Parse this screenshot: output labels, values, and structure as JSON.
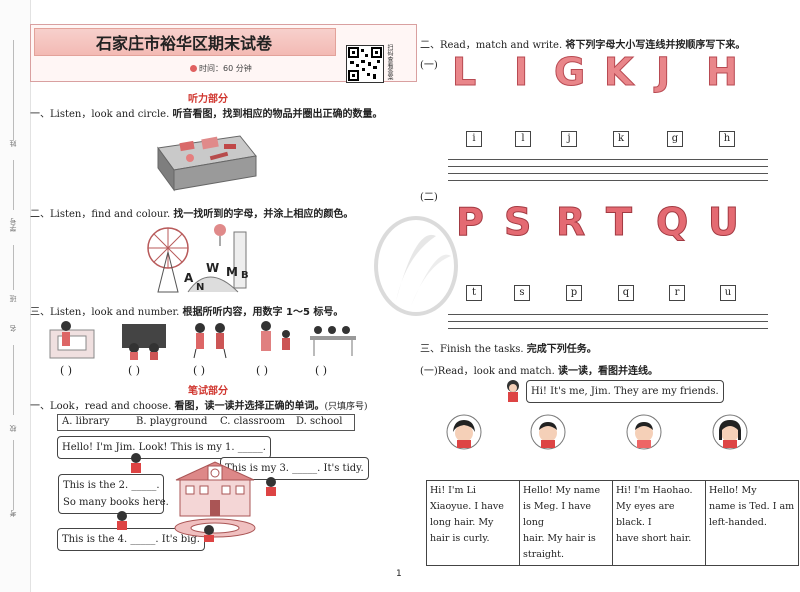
{
  "margin": {
    "labels": [
      "姓",
      "学号",
      "班",
      "名",
      "校",
      "考"
    ]
  },
  "header": {
    "title": "石家庄市裕华区期末试卷",
    "time": "时间：60 分钟",
    "qr_text": "扫码查看答案"
  },
  "left": {
    "listening_header": "听力部分",
    "q1": {
      "num": "一、",
      "en": "Listen，look and circle.",
      "cn": "听音看图，找到相应的物品并圈出正确的数量。"
    },
    "q2": {
      "num": "二、",
      "en": "Listen，find and colour.",
      "cn": "找一找听到的字母，并涂上相应的颜色。"
    },
    "q3": {
      "num": "三、",
      "en": "Listen，look and number.",
      "cn": "根据所听内容，用数字 1～5 标号。"
    },
    "q3_parens": [
      "(    )",
      "(    )",
      "(    )",
      "(    )",
      "(    )"
    ],
    "writing_header": "笔试部分",
    "q4": {
      "num": "一、",
      "en": "Look，read and choose.",
      "cn": "看图，读一读并选择正确的单词。",
      "note": "(只填序号)"
    },
    "options": [
      "A. library",
      "B. playground",
      "C. classroom",
      "D. school"
    ],
    "bubbles": {
      "b1": "Hello! I'm Jim. Look! This is my 1. _____.",
      "b2": "This is my 3. _____. It's tidy.",
      "b3a": "This is the 2. _____.",
      "b3b": "So many books here.",
      "b4": "This is the 4. _____. It's big."
    }
  },
  "right": {
    "q2": {
      "num": "二、",
      "en": "Read，match and write.",
      "cn": "将下列字母大小写连线并按顺序写下来。"
    },
    "part1_label": "(一)",
    "part1_upper": [
      "L",
      "I",
      "G",
      "K",
      "J",
      "H"
    ],
    "part1_lower": [
      "i",
      "l",
      "j",
      "k",
      "g",
      "h"
    ],
    "part2_label": "(二)",
    "part2_upper": [
      "P",
      "S",
      "R",
      "T",
      "Q",
      "U"
    ],
    "part2_lower": [
      "t",
      "s",
      "p",
      "q",
      "r",
      "u"
    ],
    "q3": {
      "num": "三、",
      "en": "Finish the tasks.",
      "cn": "完成下列任务。"
    },
    "sub1": "(一)Read，look and match.",
    "sub1_cn": "读一读，看图并连线。",
    "speech": "Hi! It's me, Jim. They are my friends.",
    "cards": [
      [
        "Hi! I'm Li",
        "Xiaoyue. I have",
        "long hair. My",
        "hair is curly."
      ],
      [
        "Hello! My name",
        "is Meg. I have long",
        "hair. My hair is",
        "straight."
      ],
      [
        "Hi! I'm Haohao.",
        "My eyes are black. I",
        "have short hair."
      ],
      [
        "Hello! My",
        "name is Ted. I am",
        "left-handed."
      ]
    ]
  },
  "footer": {
    "page": "1"
  },
  "colors": {
    "accent_red": "#d0352e",
    "letter_pink": "#e9868a"
  }
}
